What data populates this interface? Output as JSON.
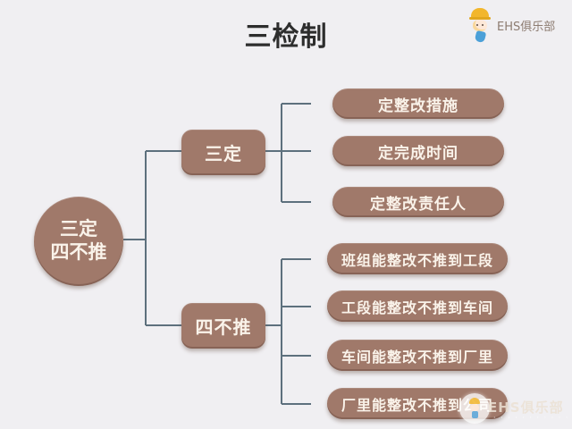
{
  "header": {
    "title": "三检制",
    "brand_name": "EHS俱乐部"
  },
  "diagram": {
    "root": {
      "label_line1": "三定",
      "label_line2": "四不推"
    },
    "branches": [
      {
        "label": "三定",
        "children": [
          "定整改措施",
          "定完成时间",
          "定整改责任人"
        ]
      },
      {
        "label": "四不推",
        "children": [
          "班组能整改不推到工段",
          "工段能整改不推到车间",
          "车间能整改不推到厂里",
          "厂里能整改不推到公司"
        ]
      }
    ],
    "colors": {
      "node_fill": "#a0796a",
      "node_text": "#faf3ea",
      "connector": "#5d707d",
      "background": "#f0eff2",
      "title_text": "#2d2d2d"
    }
  },
  "watermark": {
    "brand_name": "EHS俱乐部",
    "dots": "· · · · · · · · · ·  · · ·"
  }
}
